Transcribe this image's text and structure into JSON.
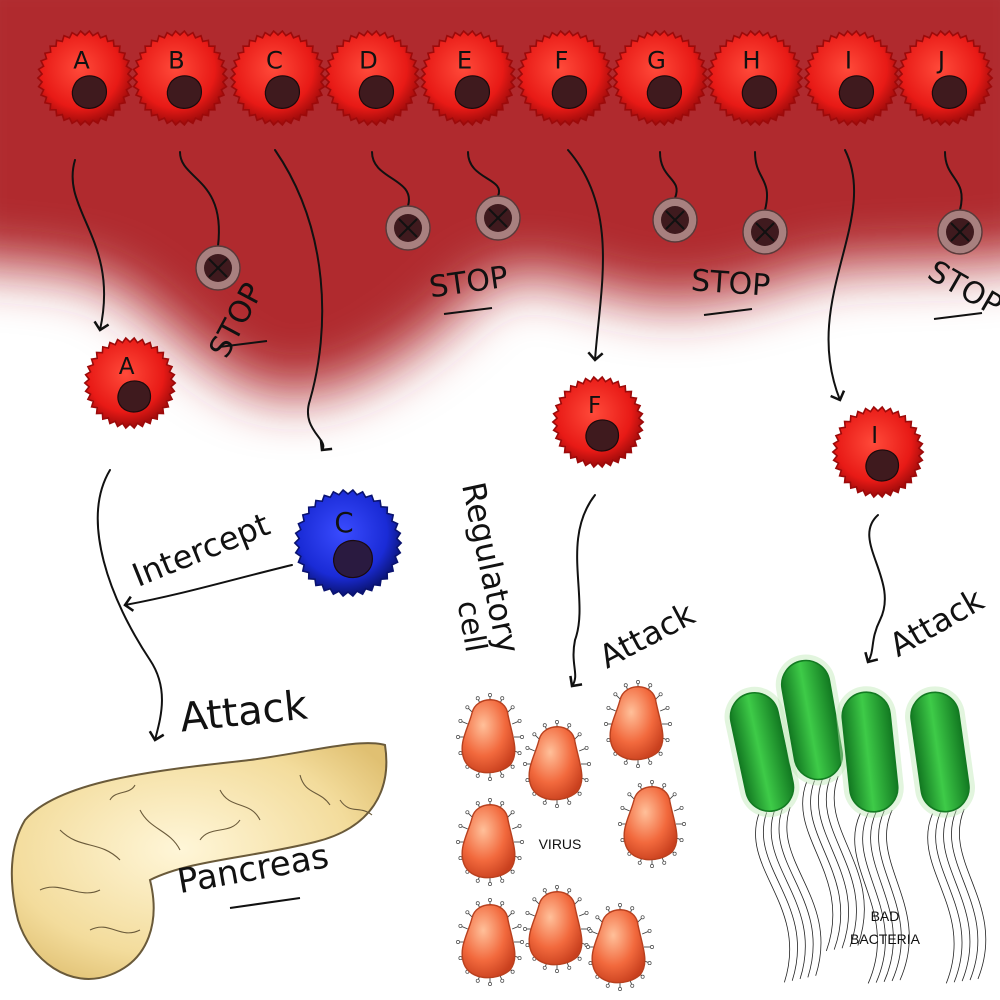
{
  "colors": {
    "blood": "#b02a2e",
    "tcell": "#e81a16",
    "tcell_dark": "#9c0a0a",
    "nucleus": "#3f1a1e",
    "regulatory": "#1a2bd6",
    "regulatory_dark": "#0a1370",
    "dead_cell": "#a8807f",
    "virus": "#f2693d",
    "virus_light": "#ffb08a",
    "bacteria": "#2fb53a",
    "bacteria_dark": "#137a22",
    "pancreas": "#f3dc9c",
    "pancreas_line": "#6a5a3a"
  },
  "tcells": [
    {
      "letter": "A",
      "fate": "attack"
    },
    {
      "letter": "B",
      "fate": "stop"
    },
    {
      "letter": "C",
      "fate": "regulatory"
    },
    {
      "letter": "D",
      "fate": "stop"
    },
    {
      "letter": "E",
      "fate": "stop"
    },
    {
      "letter": "F",
      "fate": "attack"
    },
    {
      "letter": "G",
      "fate": "stop"
    },
    {
      "letter": "H",
      "fate": "stop"
    },
    {
      "letter": "I",
      "fate": "attack"
    },
    {
      "letter": "J",
      "fate": "stop"
    }
  ],
  "stop_labels": [
    "STOP",
    "STOP",
    "STOP",
    "STOP"
  ],
  "mature_cells": [
    {
      "letter": "A"
    },
    {
      "letter": "F"
    },
    {
      "letter": "I"
    }
  ],
  "regulatory": {
    "letter": "C",
    "label_line1": "Regulatory",
    "label_line2": "cell"
  },
  "intercept_label": "Intercept",
  "attack_labels": [
    "Attack",
    "Attack",
    "Attack"
  ],
  "targets": {
    "pancreas": "Pancreas",
    "virus": "VIRUS",
    "bacteria_line1": "BAD",
    "bacteria_line2": "BACTERIA"
  }
}
